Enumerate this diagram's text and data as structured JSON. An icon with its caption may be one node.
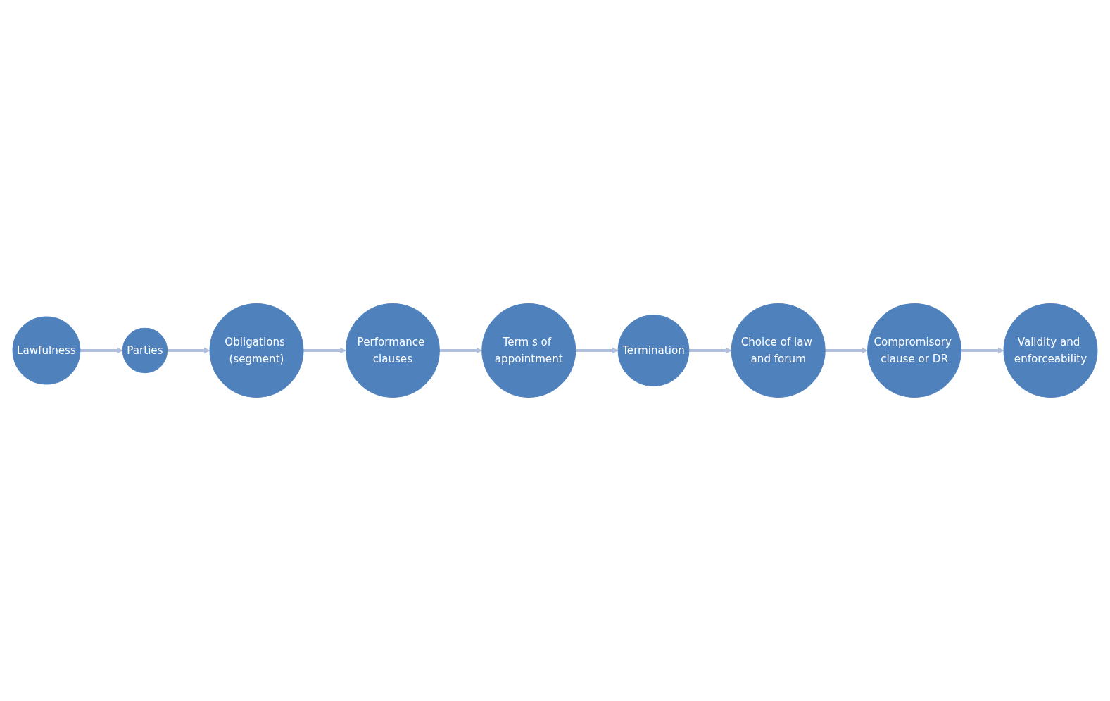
{
  "diagram": {
    "nodes": [
      {
        "text": [
          "Lawfulness"
        ]
      },
      {
        "text": [
          "Parties"
        ]
      },
      {
        "text": [
          "Obligations (segment)"
        ]
      },
      {
        "text": [
          "Performance clauses"
        ]
      },
      {
        "text": [
          "Term s of appointment"
        ]
      },
      {
        "text": [
          "Termination"
        ]
      },
      {
        "text": [
          "Choice of law and forum"
        ]
      },
      {
        "text": [
          "Compromisory clause or DR"
        ]
      },
      {
        "text": [
          "Validity and enforceability"
        ]
      }
    ],
    "edges": [
      {
        "from": 0,
        "to": 1,
        "arrow": "to"
      },
      {
        "from": 1,
        "to": 2,
        "arrow": "to"
      },
      {
        "from": 2,
        "to": 3,
        "arrow": "to"
      },
      {
        "from": 3,
        "to": 4,
        "arrow": "to"
      },
      {
        "from": 4,
        "to": 5,
        "arrow": "to"
      },
      {
        "from": 5,
        "to": 6,
        "arrow": "to"
      },
      {
        "from": 6,
        "to": 7,
        "arrow": "to"
      },
      {
        "from": 7,
        "to": 8,
        "arrow": "to"
      }
    ]
  }
}
